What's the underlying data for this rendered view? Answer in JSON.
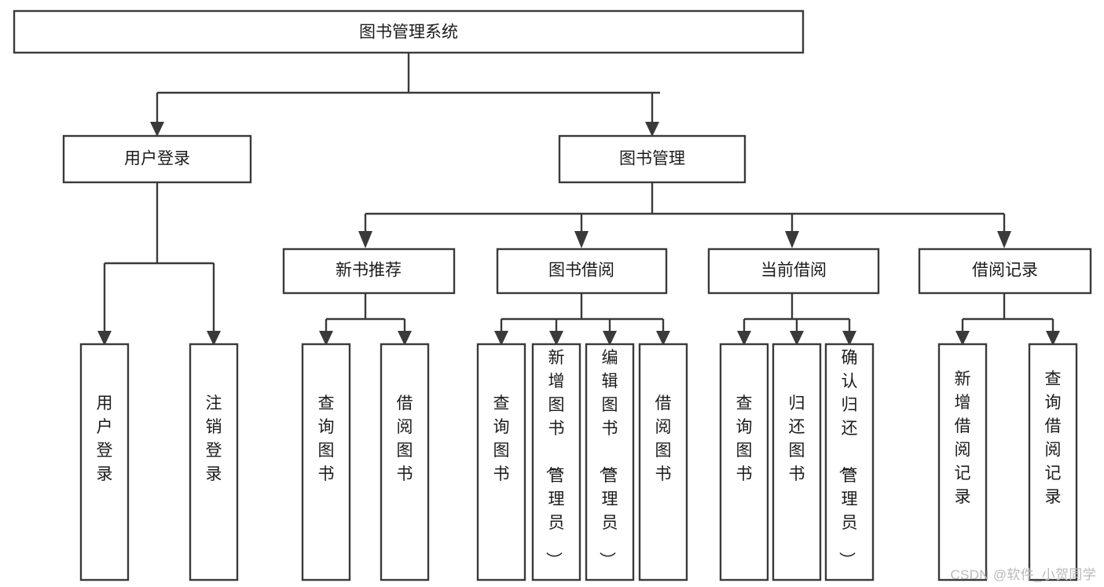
{
  "diagram": {
    "type": "tree-hierarchy-chart",
    "title": "图书管理系统",
    "colors": {
      "box_stroke": "#3a3a3a",
      "box_fill": "#ffffff",
      "connector": "#3a3a3a",
      "text": "#1b1b1b",
      "background": "#ffffff",
      "watermark": "#b9b9b9"
    },
    "levels": [
      {
        "level": 1,
        "nodes": [
          {
            "id": "root",
            "label": "图书管理系统",
            "orientation": "horizontal"
          }
        ]
      },
      {
        "level": 2,
        "nodes": [
          {
            "id": "user-login",
            "label": "用户登录",
            "orientation": "horizontal",
            "parent": "root"
          },
          {
            "id": "book-manage",
            "label": "图书管理",
            "orientation": "horizontal",
            "parent": "root"
          }
        ]
      },
      {
        "level": 3,
        "nodes": [
          {
            "id": "new-book-rec",
            "label": "新书推荐",
            "orientation": "horizontal",
            "parent": "book-manage"
          },
          {
            "id": "book-borrow",
            "label": "图书借阅",
            "orientation": "horizontal",
            "parent": "book-manage"
          },
          {
            "id": "current-borrow",
            "label": "当前借阅",
            "orientation": "horizontal",
            "parent": "book-manage"
          },
          {
            "id": "borrow-record",
            "label": "借阅记录",
            "orientation": "horizontal",
            "parent": "book-manage"
          }
        ]
      },
      {
        "level": 4,
        "nodes": [
          {
            "id": "leaf-user-login",
            "label": "用户登录",
            "orientation": "vertical",
            "parent": "user-login"
          },
          {
            "id": "leaf-logout",
            "label": "注销登录",
            "orientation": "vertical",
            "parent": "user-login"
          },
          {
            "id": "leaf-query-book-1",
            "label": "查询图书",
            "orientation": "vertical",
            "parent": "new-book-rec"
          },
          {
            "id": "leaf-borrow-book-1",
            "label": "借阅图书",
            "orientation": "vertical",
            "parent": "new-book-rec"
          },
          {
            "id": "leaf-query-book-2",
            "label": "查询图书",
            "orientation": "vertical",
            "parent": "book-borrow"
          },
          {
            "id": "leaf-add-book",
            "label": "新增图书（管理员）",
            "orientation": "vertical",
            "parent": "book-borrow"
          },
          {
            "id": "leaf-edit-book",
            "label": "编辑图书（管理员）",
            "orientation": "vertical",
            "parent": "book-borrow"
          },
          {
            "id": "leaf-borrow-book-2",
            "label": "借阅图书",
            "orientation": "vertical",
            "parent": "book-borrow"
          },
          {
            "id": "leaf-query-book-3",
            "label": "查询图书",
            "orientation": "vertical",
            "parent": "current-borrow"
          },
          {
            "id": "leaf-return-book",
            "label": "归还图书",
            "orientation": "vertical",
            "parent": "current-borrow"
          },
          {
            "id": "leaf-confirm-return",
            "label": "确认归还（管理员）",
            "orientation": "vertical",
            "parent": "current-borrow"
          },
          {
            "id": "leaf-add-record",
            "label": "新增借阅记录",
            "orientation": "vertical",
            "parent": "borrow-record"
          },
          {
            "id": "leaf-query-record",
            "label": "查询借阅记录",
            "orientation": "vertical",
            "parent": "borrow-record"
          }
        ]
      }
    ]
  },
  "watermark": {
    "text": "CSDN @软件_小贺同学"
  }
}
